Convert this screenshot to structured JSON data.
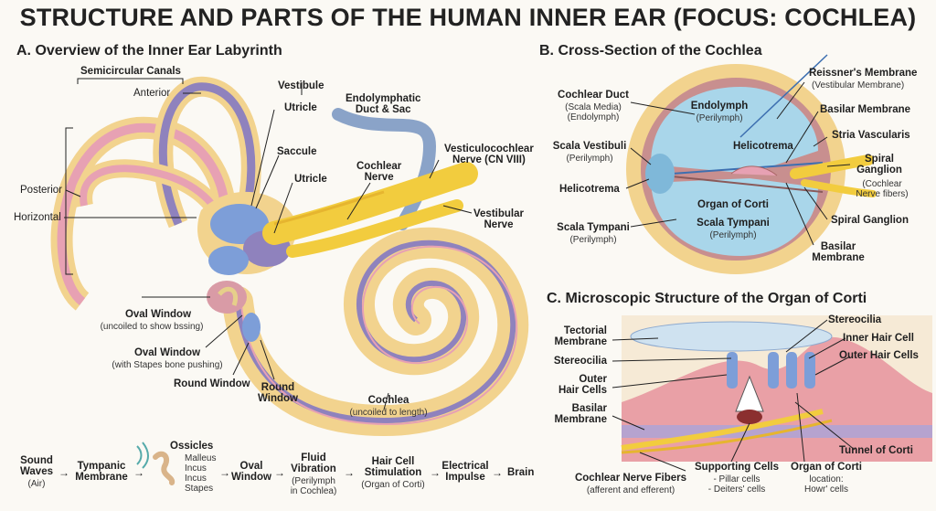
{
  "title": "STRUCTURE AND PARTS OF THE HUMAN INNER EAR (FOCUS: COCHLEA)",
  "sections": {
    "a": "A. Overview of the Inner Ear Labyrinth",
    "b": "B. Cross-Section of the Cochlea",
    "c": "C. Microscopic Structure of the Organ of Corti"
  },
  "a_labels": {
    "semicircular": "Semicircular Canals",
    "anterior": "Anterior",
    "posterior": "Posterior",
    "horizontal": "Horizontal",
    "vestibule": "Vestibule",
    "utricle1": "Utricle",
    "saccule": "Saccule",
    "utricle2": "Utricle",
    "endolymphatic": "Endolymphatic\nDuct & Sac",
    "cochlear_nerve": "Cochlear\nNerve",
    "vestibulocochlear": "Vesticulocochlear\nNerve (CN VIII)",
    "vestibular_nerve": "Vestibular\nNerve",
    "oval1": "Oval Window",
    "oval1_sub": "(uncoiled to show bssing)",
    "oval2": "Oval Window",
    "oval2_sub": "(with Stapes bone pushing)",
    "round1": "Round Window",
    "round2": "Round\nWindow",
    "cochlea": "Cochlea",
    "cochlea_sub": "(uncoiled to length)"
  },
  "b_labels": {
    "cochlear_duct": "Cochlear Duct",
    "cochlear_duct_sub": "(Scala Media)\n(Endolymph)",
    "scala_vestibuli": "Scala Vestibuli",
    "scala_vestibuli_sub": "(Perilymph)",
    "helicotrema_left": "Helicotrema",
    "scala_tympani_left": "Scala Tympani",
    "scala_tympani_left_sub": "(Perilymph)",
    "endolymph": "Endolymph",
    "endolymph_sub": "(Perilymph)",
    "helicotrema_center": "Helicotrema",
    "organ_of_corti": "Organ of Corti",
    "scala_tympani_center": "Scala Tympani",
    "scala_tympani_center_sub": "(Perilymph)",
    "reissner": "Reissner's Membrane",
    "reissner_sub": "(Vestibular Membrane)",
    "basilar_top": "Basilar Membrane",
    "stria": "Stria Vascularis",
    "spiral_ganglion_top": "Spiral\nGanglion",
    "spiral_ganglion_top_sub": "(Cochlear\nNerve fibers)",
    "spiral_ganglion_bottom": "Spiral Ganglion",
    "basilar_bottom": "Basilar\nMembrane"
  },
  "c_labels": {
    "tectorial": "Tectorial\nMembrane",
    "stereocilia_left": "Stereocilia",
    "outer_hair_left": "Outer\nHair Cells",
    "basilar": "Basilar\nMembrane",
    "stereocilia_top": "Stereocilia",
    "inner_hair": "Inner Hair Cell",
    "outer_hair_right": "Outer Hair Cells",
    "tunnel": "Tunnel of Corti",
    "nerve_fibers": "Cochlear Nerve Fibers",
    "nerve_fibers_sub": "(afferent and efferent)",
    "supporting": "Supporting Cells",
    "supporting_sub": "- Pillar cells\n- Deiters' cells",
    "organ_corti": "Organ of Corti",
    "organ_corti_sub": "location:\nHowr' cells"
  },
  "flow": {
    "sound_waves": "Sound\nWaves",
    "sound_waves_sub": "(Air)",
    "tympanic": "Tympanic\nMembrane",
    "ossicles": "Ossicles",
    "ossicle_list": "Malleus\nIncus\nIncus\nStapes",
    "oval": "Oval\nWindow",
    "fluid": "Fluid\nVibration",
    "fluid_sub": "(Perilymph\nin Cochlea)",
    "hair": "Hair Cell\nStimulation",
    "hair_sub": "(Organ of Corti)",
    "electrical": "Electrical\nImpulse",
    "brain": "Brain",
    "arrow": "→"
  },
  "colors": {
    "bone": "#f2d38e",
    "canal_pink": "#e7a1b3",
    "canal_purple": "#8f82bd",
    "vestibule_blue": "#7d9ed8",
    "nerve_yellow": "#f2cc3e",
    "fluid_blue": "#a9d6ea",
    "tissue_pink": "#e9a0a6"
  }
}
